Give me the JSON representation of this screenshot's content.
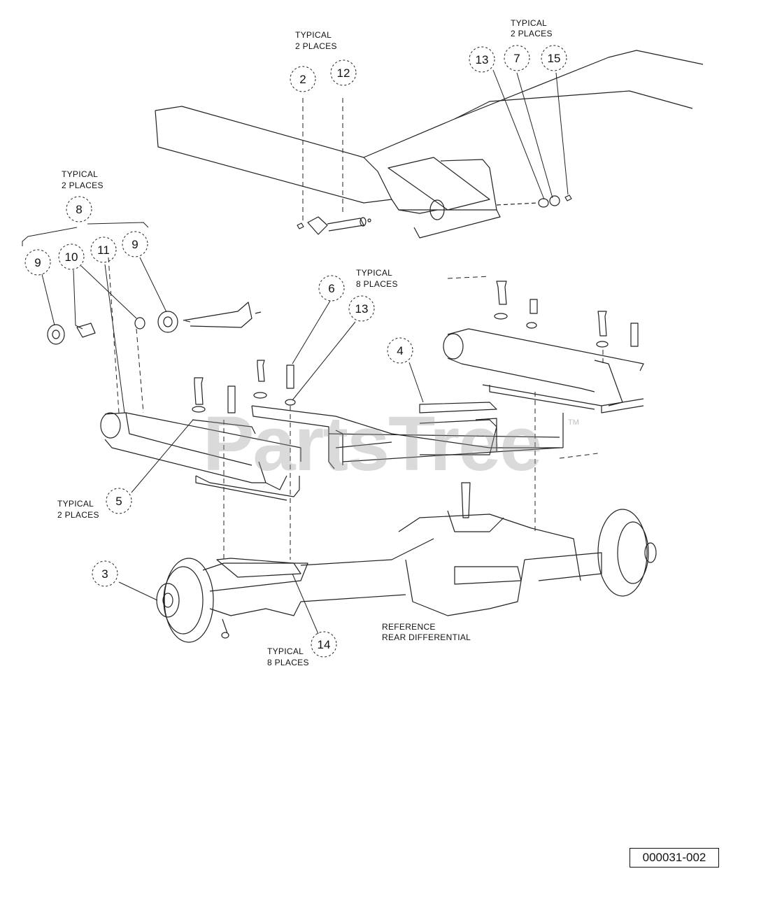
{
  "diagram": {
    "callouts": [
      {
        "id": "c2",
        "label": "2"
      },
      {
        "id": "c12",
        "label": "12"
      },
      {
        "id": "c13a",
        "label": "13"
      },
      {
        "id": "c7",
        "label": "7"
      },
      {
        "id": "c15",
        "label": "15"
      },
      {
        "id": "c8",
        "label": "8"
      },
      {
        "id": "c9a",
        "label": "9"
      },
      {
        "id": "c10",
        "label": "10"
      },
      {
        "id": "c11",
        "label": "11"
      },
      {
        "id": "c9b",
        "label": "9"
      },
      {
        "id": "c6",
        "label": "6"
      },
      {
        "id": "c13b",
        "label": "13"
      },
      {
        "id": "c4",
        "label": "4"
      },
      {
        "id": "c5",
        "label": "5"
      },
      {
        "id": "c3",
        "label": "3"
      },
      {
        "id": "c14",
        "label": "14"
      }
    ],
    "notes": {
      "typical_2_places": "TYPICAL",
      "places_2": "2 PLACES",
      "places_8": "8 PLACES",
      "reference": "REFERENCE",
      "rear_differential": "REAR DIFFERENTIAL"
    },
    "reference_number": "000031-002",
    "watermark": "PartsTree",
    "watermark_tm": "TM"
  }
}
